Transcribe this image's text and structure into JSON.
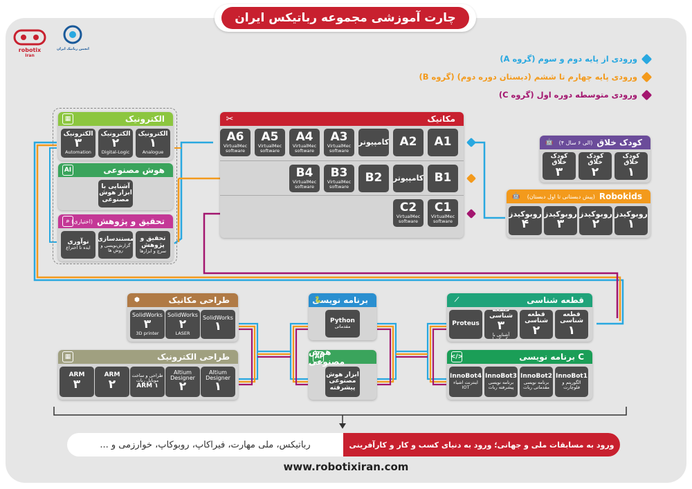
{
  "title": "چارت آموزشی مجموعه رباتیکس ایران",
  "logos": {
    "robotix": "robotix",
    "robotix_sub": "Iran",
    "partner": "انجمن رباتیک ایران"
  },
  "legend": [
    {
      "label": "ورودی از پایه دوم و سوم (گروه A)",
      "color": "#29a8e0"
    },
    {
      "label": "ورودی پایه چهارم تا ششم (دبستان دوره دوم) (گروه B)",
      "color": "#f39a1c"
    },
    {
      "label": "ورودی متوسطه دوره اول (گروه C)",
      "color": "#a3166f"
    }
  ],
  "colors": {
    "red": "#c8202f",
    "blue": "#29a8e0",
    "orange": "#f39a1c",
    "purple": "#a3166f",
    "tile": "#4b4b4b"
  },
  "electronics": {
    "title": "الکترونیک",
    "color": "#8cc63f",
    "tiles": [
      {
        "fa": "الکترونیک",
        "big": "۱",
        "en": "Analogue"
      },
      {
        "fa": "الکترونیک",
        "big": "۲",
        "en": "Digital-Logic"
      },
      {
        "fa": "الکترونیک",
        "big": "۳",
        "en": "Automation"
      }
    ]
  },
  "ai_left": {
    "title": "هوش مصنوعی",
    "icon": "AI",
    "color": "#3aa45c",
    "tile": "آشنایی با ابزار هوش مصنوعی"
  },
  "research": {
    "title": "تحقیق و پژوهش",
    "note": "(اختیاری)",
    "color": "#c43896",
    "tiles": [
      {
        "fa": "تحقیق و پژوهش",
        "sm": "سرچ و ابزارها"
      },
      {
        "fa": "مستندسازی",
        "sm": "گزارش‌نویسی و روش ها"
      },
      {
        "fa": "نوآوری",
        "sm": "ایده تا اختراع"
      }
    ]
  },
  "mechanics": {
    "title": "مکانیک",
    "color": "#c8202f",
    "row1": [
      {
        "big": "A1"
      },
      {
        "big": "A2"
      },
      {
        "fa": "کامپیوتر"
      },
      {
        "big": "A3",
        "sm": "VirtualMec software"
      },
      {
        "big": "A4",
        "sm": "VirtualMec software"
      },
      {
        "big": "A5",
        "sm": "VirtualMec software"
      },
      {
        "big": "A6",
        "sm": "VirtualMec software"
      }
    ],
    "row2": [
      {
        "big": "B1"
      },
      {
        "fa": "کامپیوتر"
      },
      {
        "big": "B2"
      },
      {
        "big": "B3",
        "sm": "VirtualMec software"
      },
      {
        "big": "B4",
        "sm": "VirtualMec software"
      }
    ],
    "row3": [
      {
        "big": "C1",
        "sm": "VirtualMec software"
      },
      {
        "big": "C2",
        "sm": "VirtualMec software"
      }
    ]
  },
  "kids": {
    "title": "کودک خلاق",
    "note": "(۴ الی ۶ سال)",
    "color": "#6b4c9a",
    "tiles": [
      {
        "fa": "کودک خلاق",
        "big": "۱"
      },
      {
        "fa": "کودک خلاق",
        "big": "۲"
      },
      {
        "fa": "کودک خلاق",
        "big": "۳"
      }
    ]
  },
  "robokids": {
    "title": "Robokids",
    "note": "(پیش دبستانی تا اول دبستان)",
    "color": "#f39a1c",
    "tiles": [
      {
        "fa": "روبوکیدز",
        "big": "۱"
      },
      {
        "fa": "روبوکیدز",
        "big": "۲"
      },
      {
        "fa": "روبوکیدز",
        "big": "۳"
      },
      {
        "fa": "روبوکیدز",
        "big": "۴"
      }
    ]
  },
  "parts": {
    "title": "قطعه شناسی",
    "color": "#1fa37a",
    "tiles": [
      {
        "fa": "قطعه شناسی",
        "big": "۱"
      },
      {
        "fa": "قطعه شناسی",
        "big": "۲"
      },
      {
        "fa": "قطعه شناسی",
        "big": "۳",
        "sm": "آشنایی با میکروکنترلر"
      },
      {
        "en": "Proteus"
      }
    ]
  },
  "c_prog": {
    "title": "برنامه نویسی C",
    "icon": "</>",
    "color": "#1b9e57",
    "tiles": [
      {
        "en": "InnoBot1",
        "sm": "الگوریتم و فلوچارت"
      },
      {
        "en": "InnoBot2",
        "sm": "برنامه نویسی مقدماتی ربات"
      },
      {
        "en": "InnoBot3",
        "sm": "برنامه نویسی پیشرفته ربات"
      },
      {
        "en": "InnoBot4",
        "sm": "اینترنت اشیاء IOT"
      }
    ]
  },
  "python": {
    "title": "برنامه نویسی",
    "color": "#2a8fd0",
    "tile_en": "Python",
    "tile_sm": "مقدماتی"
  },
  "ai_mid": {
    "title": "هوش مصنوعی",
    "icon": "AI",
    "color": "#3aa45c",
    "tile": "ابزار هوش مصنوعی پیشرفته"
  },
  "mech_design": {
    "title": "طراحی مکانیک",
    "color": "#b07a45",
    "tiles": [
      {
        "en": "SolidWorks",
        "big": "۱"
      },
      {
        "en": "SolidWorks",
        "big": "۲",
        "sm": "LASER"
      },
      {
        "en": "SolidWorks",
        "big": "۳",
        "sm": "3D printer"
      }
    ]
  },
  "elec_design": {
    "title": "طراحی الکترونیک",
    "color": "#a0a080",
    "tiles": [
      {
        "en": "Altium Designer",
        "big": "۱"
      },
      {
        "en": "Altium Designer",
        "big": "۲"
      },
      {
        "fa": "طراحی و ساخت موبایل ربات",
        "en": "ARM ۱"
      },
      {
        "en": "ARM",
        "big": "۲"
      },
      {
        "en": "ARM",
        "big": "۳"
      }
    ]
  },
  "footer": {
    "red": "ورود به مسابقات ملی و جهانی؛ ورود به دنیای کسب و کار و کارآفرینی",
    "white": "رباتیکس، ملی مهارت، فیراکاپ، روبوکاپ، خوارزمی و ..."
  },
  "url": "www.robotixiran.com"
}
